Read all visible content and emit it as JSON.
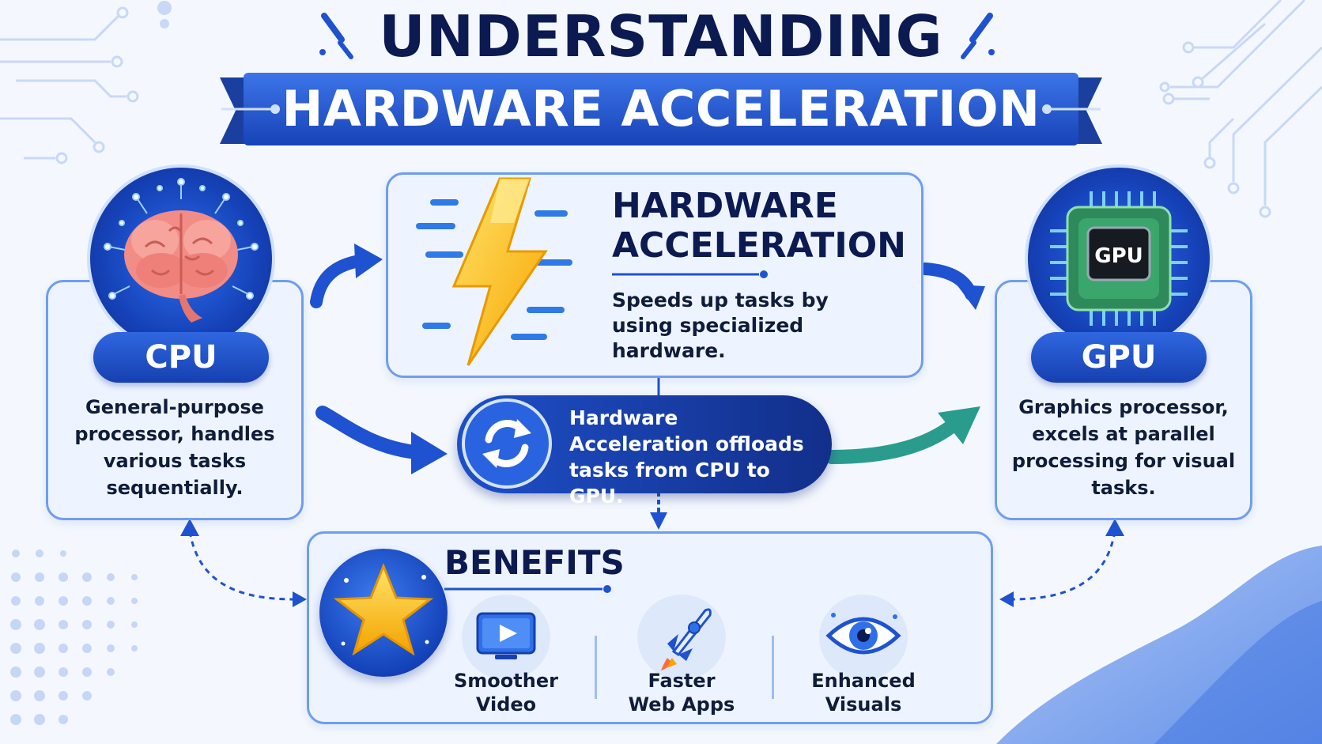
{
  "title": {
    "line1": "UNDERSTANDING",
    "line2": "HARDWARE ACCELERATION"
  },
  "cpu": {
    "icon": "brain-icon",
    "label": "CPU",
    "description": "General-purpose processor, handles various tasks sequentially."
  },
  "gpu": {
    "icon": "gpu-chip-icon",
    "chip_text": "GPU",
    "label": "GPU",
    "description": "Graphics processor, excels at parallel processing for visual tasks."
  },
  "acceleration": {
    "icon": "lightning-bolt-icon",
    "heading_line1": "HARDWARE",
    "heading_line2": "ACCELERATION",
    "description": "Speeds up tasks by using specialized hardware."
  },
  "offload": {
    "icon": "sync-arrows-icon",
    "text": "Hardware Acceleration offloads tasks from CPU to GPU."
  },
  "benefits": {
    "icon": "star-icon",
    "heading": "BENEFITS",
    "items": [
      {
        "icon": "video-play-icon",
        "line1": "Smoother",
        "line2": "Video"
      },
      {
        "icon": "rocket-icon",
        "line1": "Faster",
        "line2": "Web Apps"
      },
      {
        "icon": "eye-icon",
        "line1": "Enhanced",
        "line2": "Visuals"
      }
    ]
  },
  "colors": {
    "primary_blue": "#1f52d0",
    "navy": "#0c1a52",
    "teal": "#2a9c8e",
    "card_bg": "#eef4ff",
    "card_border": "#6f9df0"
  }
}
